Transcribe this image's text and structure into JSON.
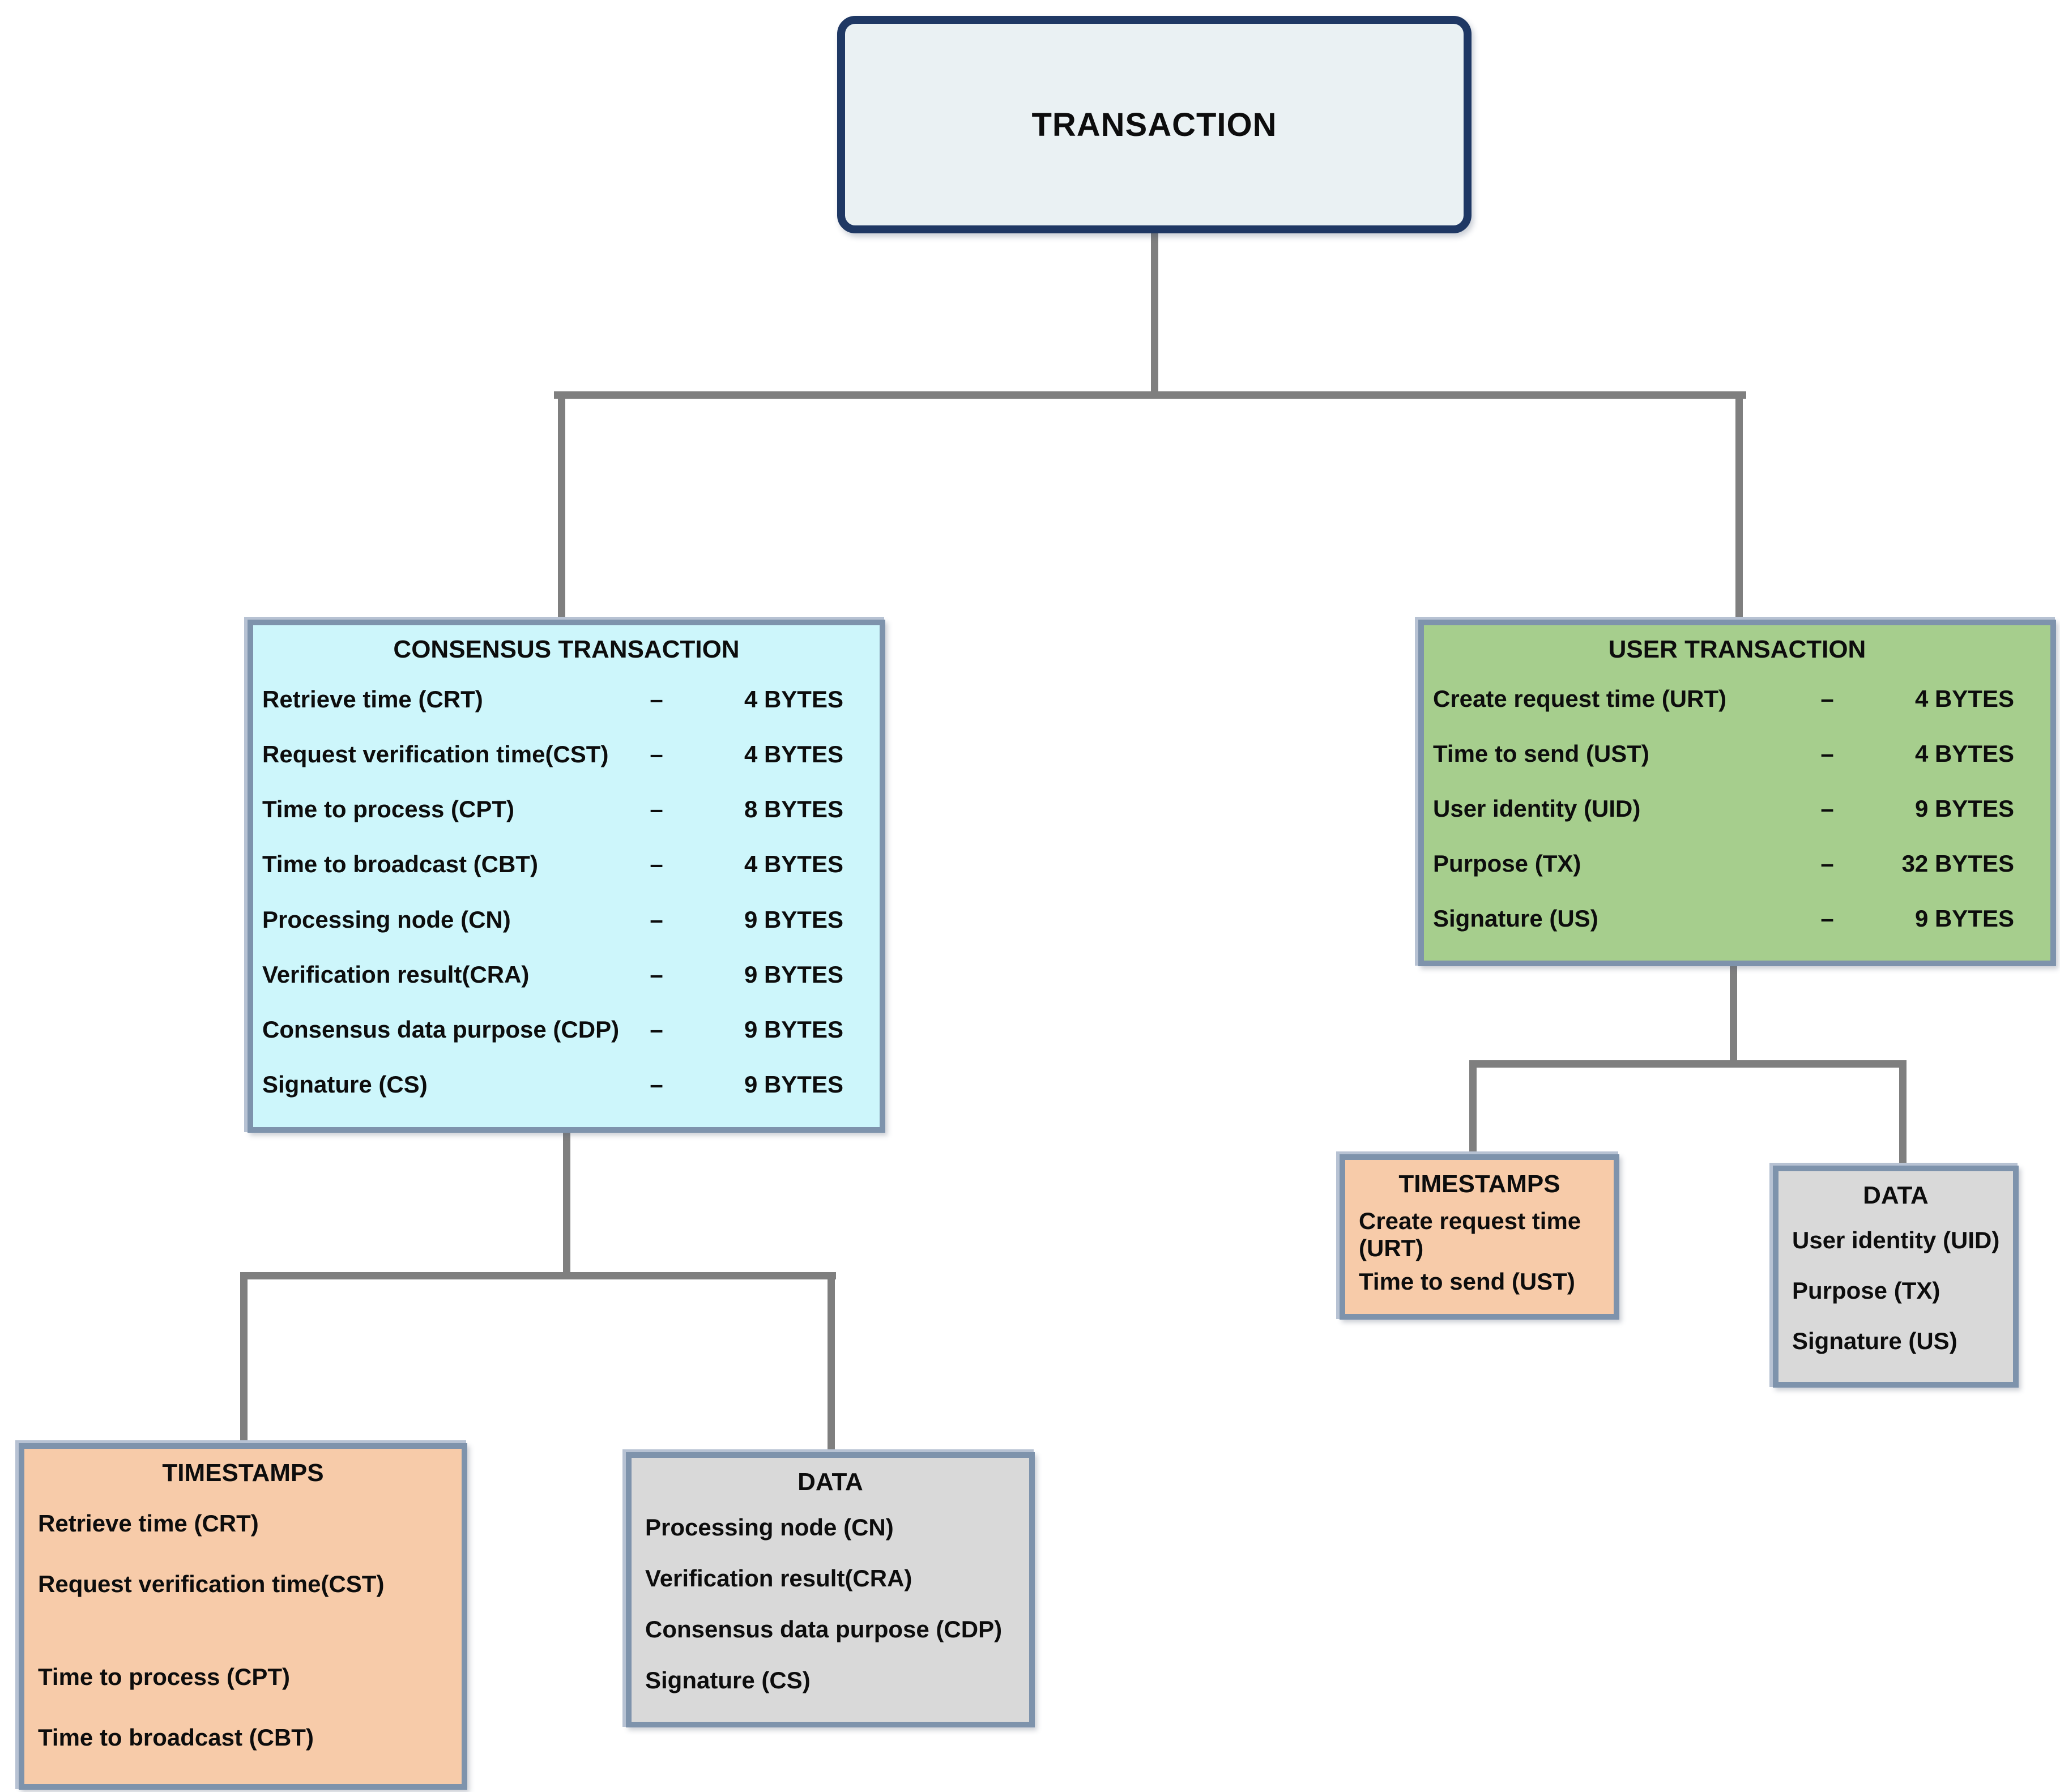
{
  "ui": {
    "dash": "–"
  },
  "colors": {
    "root_fill": "#EAF1F3",
    "root_border": "#1F3864",
    "consensus_fill": "#CDF6FB",
    "user_fill": "#A6CE8D",
    "timestamps_fill": "#F7CBA9",
    "data_fill": "#D9D9D9",
    "child_border": "#7E93AC",
    "connector": "#7F7F7F",
    "text": "#0D0D0D"
  },
  "root": {
    "title": "TRANSACTION"
  },
  "consensus": {
    "title": "CONSENSUS TRANSACTION",
    "rows": [
      {
        "label": "Retrieve time (CRT)",
        "size": "4 BYTES"
      },
      {
        "label": "Request verification time(CST)",
        "size": "4 BYTES"
      },
      {
        "label": "Time to process (CPT)",
        "size": "8 BYTES"
      },
      {
        "label": "Time to broadcast (CBT)",
        "size": "4 BYTES"
      },
      {
        "label": "Processing node (CN)",
        "size": "9 BYTES"
      },
      {
        "label": "Verification result(CRA)",
        "size": "9 BYTES"
      },
      {
        "label": "Consensus data purpose (CDP)",
        "size": "9 BYTES"
      },
      {
        "label": "Signature (CS)",
        "size": "9 BYTES"
      }
    ],
    "timestamps": {
      "title": "TIMESTAMPS",
      "items": [
        "Retrieve time (CRT)",
        "Request verification time(CST)",
        "Time to process (CPT)",
        "Time to broadcast (CBT)"
      ]
    },
    "data": {
      "title": "DATA",
      "items": [
        "Processing node (CN)",
        "Verification result(CRA)",
        "Consensus data purpose (CDP)",
        "Signature (CS)"
      ]
    }
  },
  "user": {
    "title": "USER TRANSACTION",
    "rows": [
      {
        "label": "Create request time (URT)",
        "size": "4 BYTES"
      },
      {
        "label": "Time to send (UST)",
        "size": "4 BYTES"
      },
      {
        "label": "User identity (UID)",
        "size": "9 BYTES"
      },
      {
        "label": "Purpose (TX)",
        "size": "32 BYTES"
      },
      {
        "label": "Signature (US)",
        "size": "9 BYTES"
      }
    ],
    "timestamps": {
      "title": "TIMESTAMPS",
      "items": [
        "Create request time (URT)",
        "Time to send (UST)"
      ]
    },
    "data": {
      "title": "DATA",
      "items": [
        "User identity (UID)",
        "Purpose (TX)",
        "Signature (US)"
      ]
    }
  }
}
